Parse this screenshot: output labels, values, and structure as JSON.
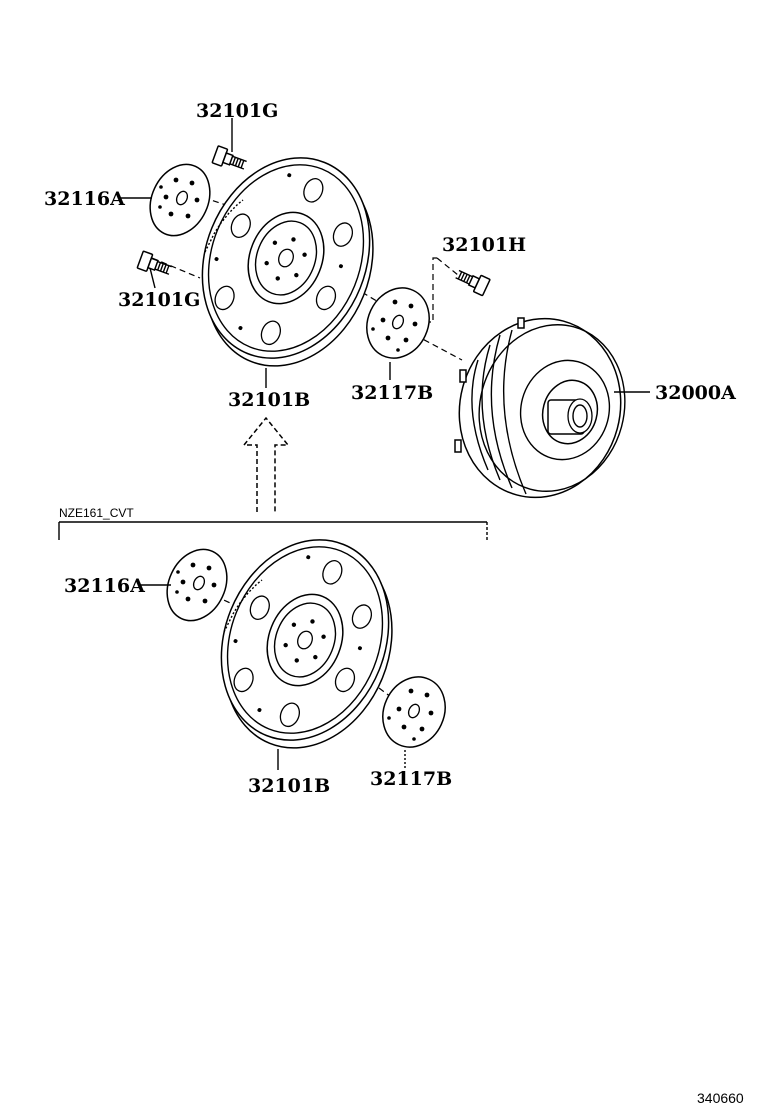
{
  "labels": {
    "upper_bolt_top": "32101G",
    "upper_spacer": "32116A",
    "upper_bolt_left": "32101G",
    "upper_bolt_right": "32101H",
    "upper_plate": "32101B",
    "upper_rear_plate": "32117B",
    "torque_converter": "32000A",
    "lower_spacer": "32116A",
    "lower_plate": "32101B",
    "lower_rear_plate": "32117B"
  },
  "variant_label": "NZE161_CVT",
  "diagram_number": "340660"
}
